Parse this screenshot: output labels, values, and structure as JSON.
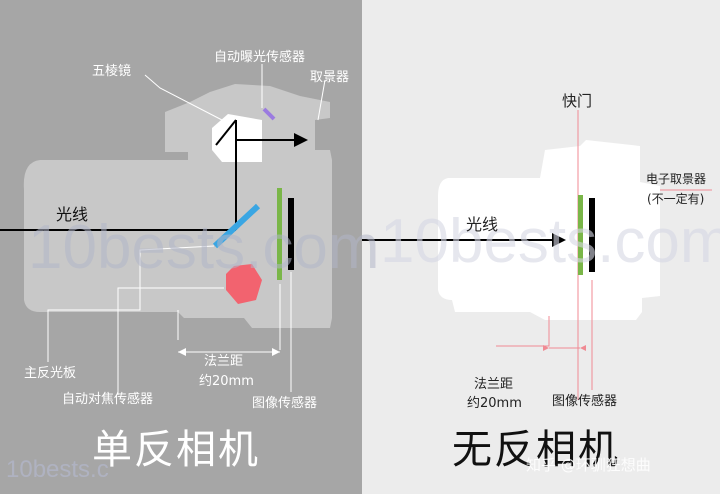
{
  "left": {
    "title": "单反相机",
    "labels": {
      "pentaprism": "五棱镜",
      "ae_sensor": "自动曝光传感器",
      "viewfinder": "取景器",
      "light": "光线",
      "main_mirror": "主反光板",
      "af_sensor": "自动对焦传感器",
      "flange_line1": "法兰距",
      "flange_line2": "约20mm",
      "image_sensor": "图像传感器"
    }
  },
  "right": {
    "title": "无反相机",
    "labels": {
      "shutter": "快门",
      "evf_line1": "电子取景器",
      "evf_line2": "(不一定有)",
      "light": "光线",
      "flange_line1": "法兰距",
      "flange_line2": "约20mm",
      "image_sensor": "图像传感器"
    }
  },
  "watermarks": {
    "site": "10bests.com",
    "site_bottom": "10bests.c",
    "credit": "知乎 @环驯狂想曲"
  },
  "colors": {
    "left_bg": "#a6a6a6",
    "right_bg": "#ececec",
    "camera_body_dslr": "#c8c8c8",
    "camera_body_mirrorless": "#ffffff",
    "mirror": "#3aa6e3",
    "sensor_green": "#7ab648",
    "sensor_black": "#000000",
    "af_sensor": "#f2636f",
    "ae_sensor": "#9b7be0",
    "shutter_line": "#f08a93"
  }
}
